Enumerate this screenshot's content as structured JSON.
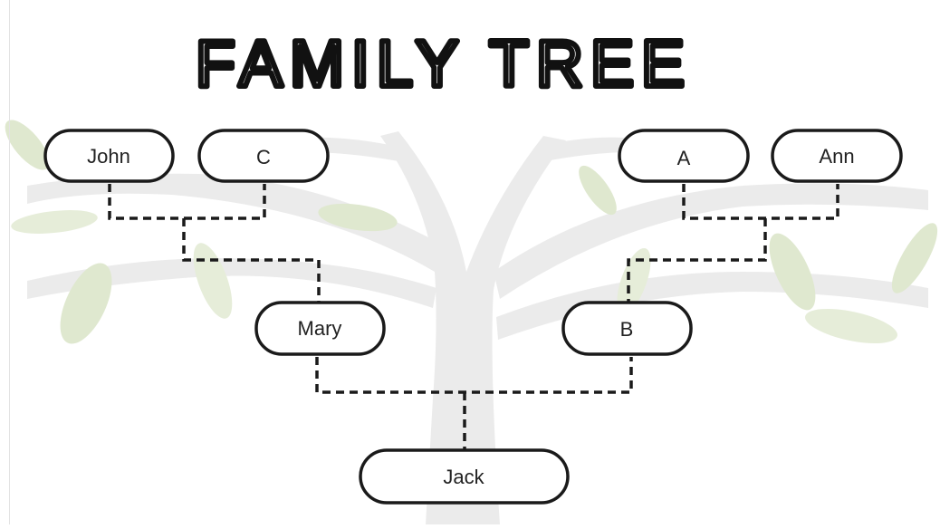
{
  "title": "FAMILY TREE",
  "colors": {
    "tree_trunk": "#ebebeb",
    "leaf": "#dfe8cf",
    "node_fill": "#ffffff",
    "node_stroke": "#1a1a1a",
    "connector": "#1a1a1a",
    "text": "#222222"
  },
  "people": {
    "john": "John",
    "c": "C",
    "a": "A",
    "ann": "Ann",
    "mary": "Mary",
    "b": "B",
    "jack": "Jack"
  }
}
